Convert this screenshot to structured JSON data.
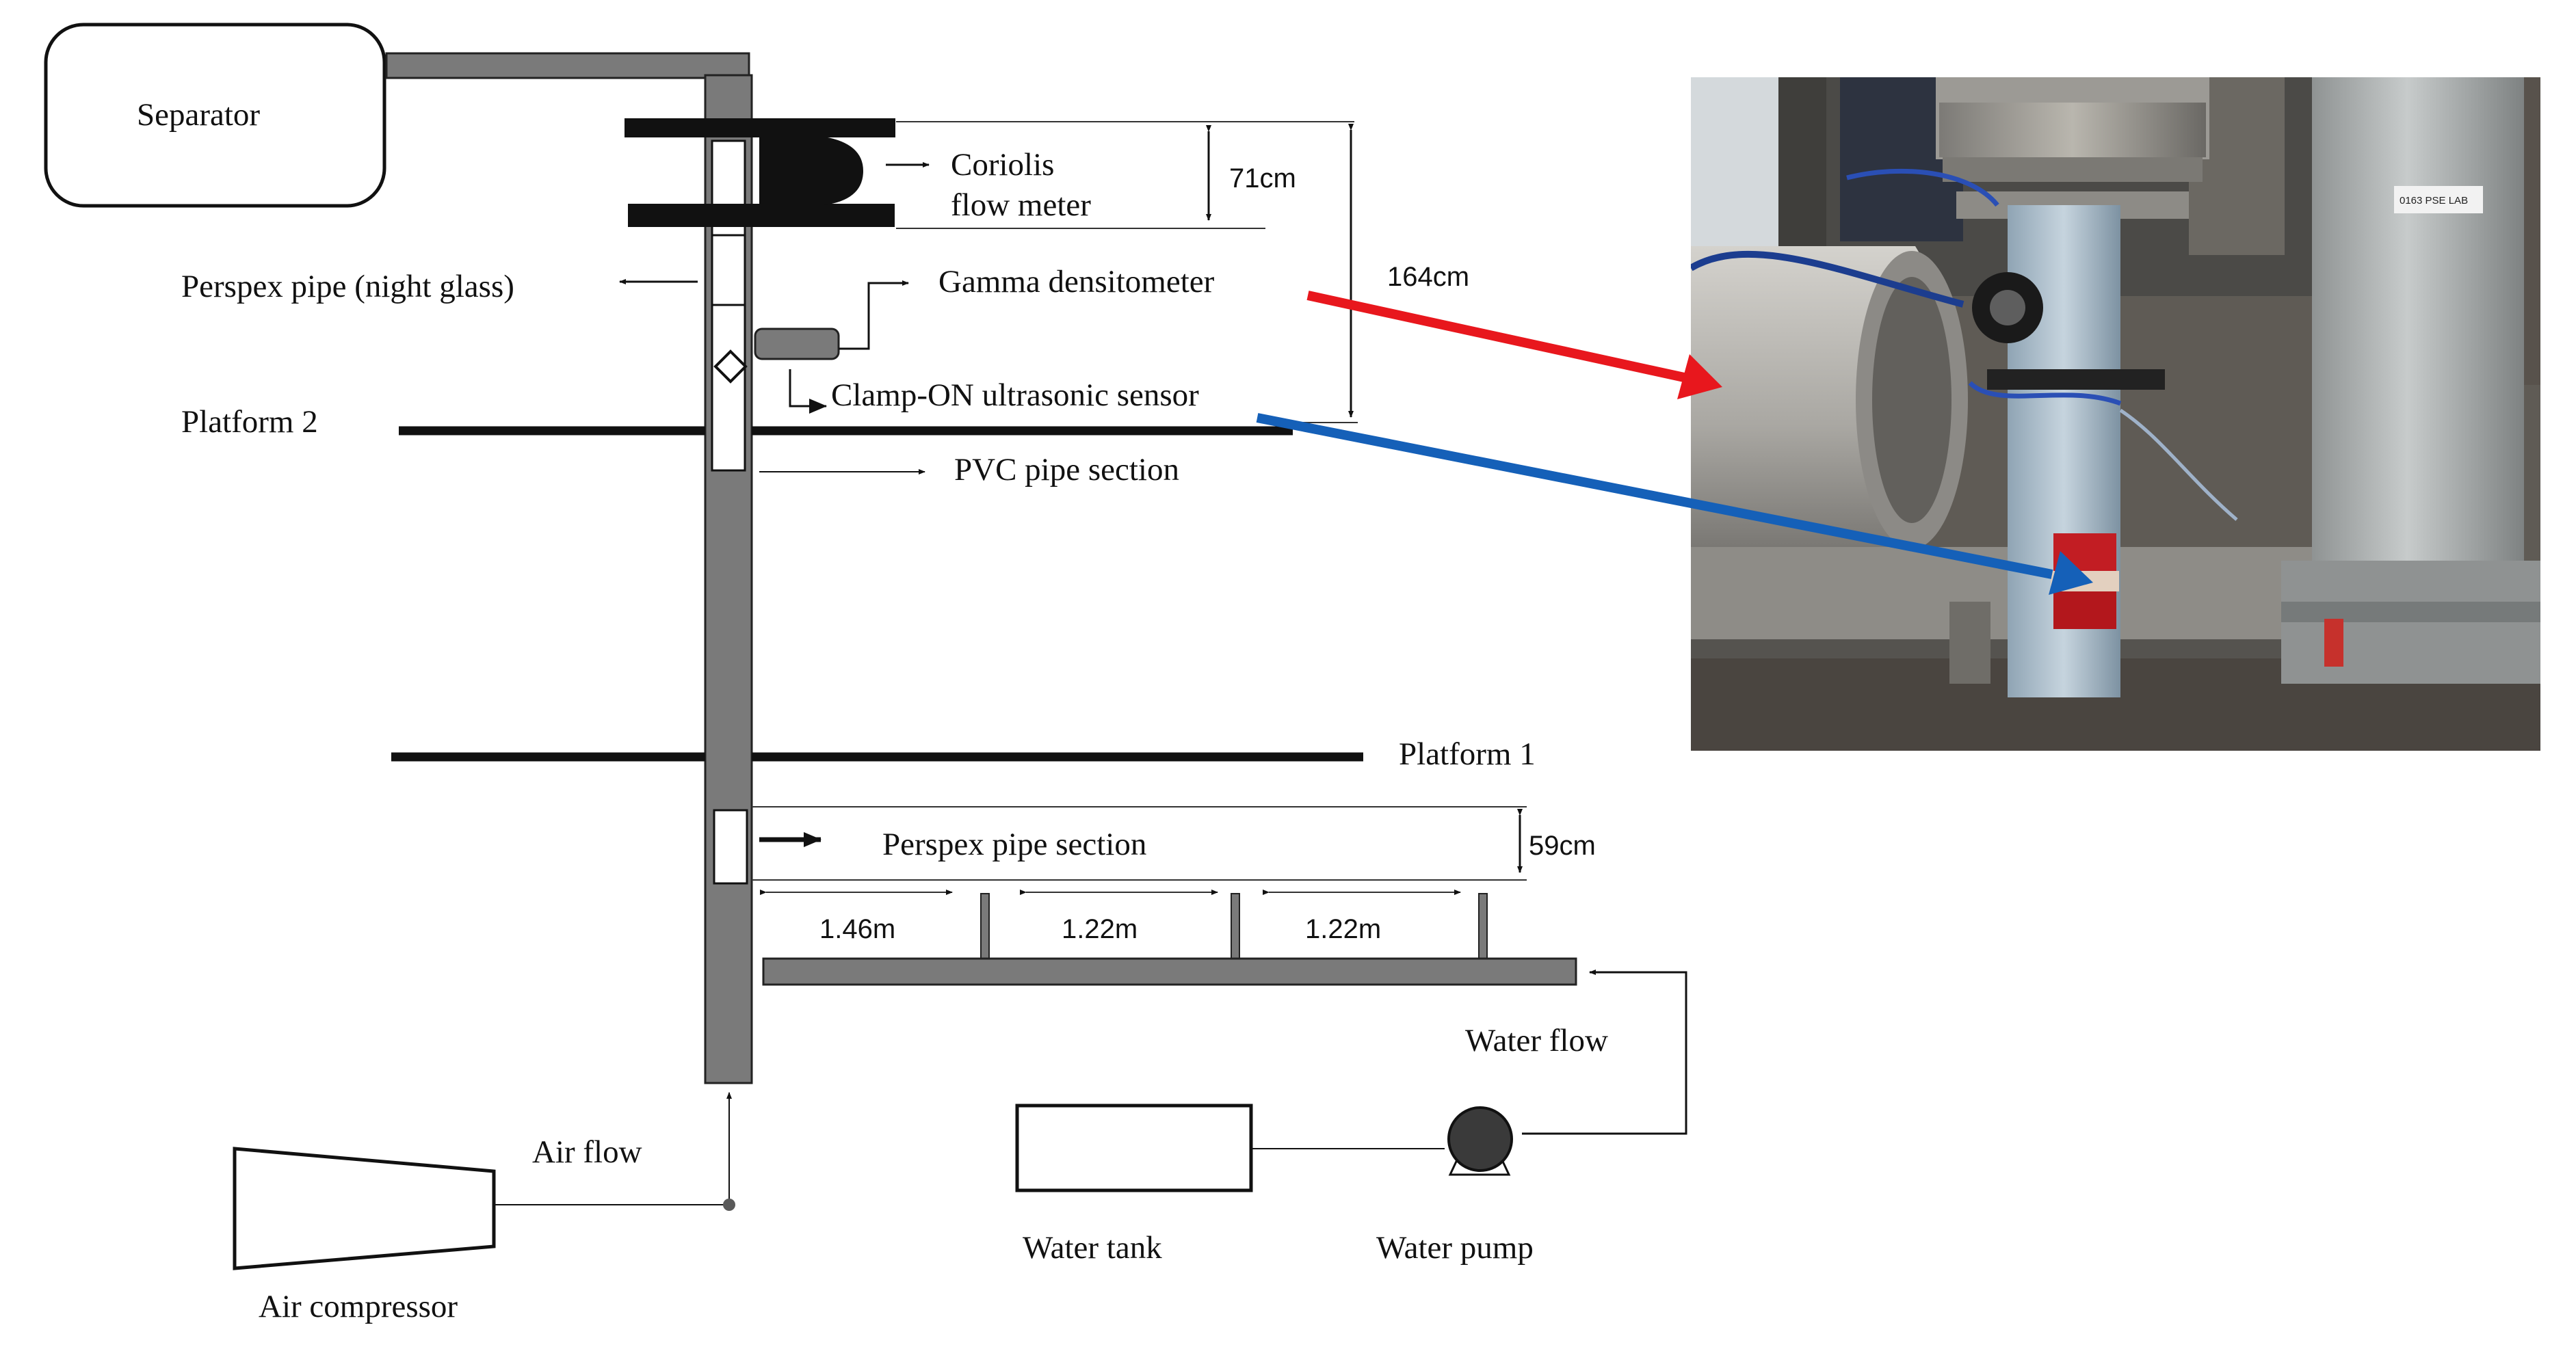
{
  "labels": {
    "separator": "Separator",
    "coriolis_line1": "Coriolis",
    "coriolis_line2": "flow meter",
    "dim_71": "71cm",
    "dim_164": "164cm",
    "perspex_sight": "Perspex pipe (night glass)",
    "gamma": "Gamma densitometer",
    "clamp_on": "Clamp-ON ultrasonic sensor",
    "platform2": "Platform 2",
    "pvc": "PVC pipe section",
    "platform1": "Platform 1",
    "perspex_section": "Perspex pipe section",
    "dim_59": "59cm",
    "seg1": "1.46m",
    "seg2": "1.22m",
    "seg3": "1.22m",
    "water_flow": "Water flow",
    "air_flow": "Air flow",
    "water_tank": "Water tank",
    "water_pump": "Water pump",
    "air_compressor": "Air compressor"
  },
  "photo": {
    "label_tag": "0163 PSE LAB"
  },
  "colors": {
    "pipe_gray": "#7a7a7a",
    "gamma_arrow": "#e8171d",
    "ultrasonic_arrow": "#1560b8"
  }
}
